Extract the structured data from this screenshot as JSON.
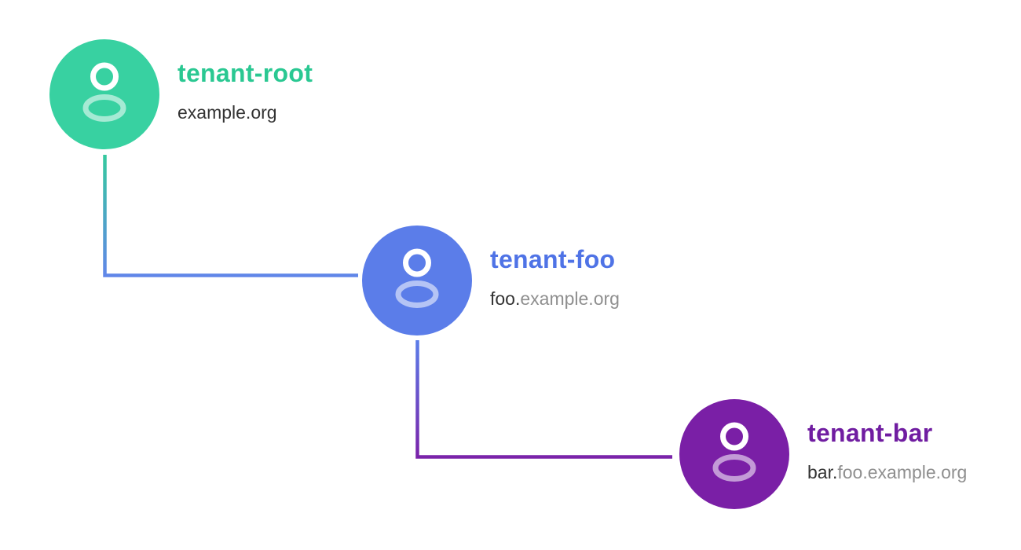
{
  "diagram": {
    "background": "#ffffff",
    "description": "tenant hierarchy tree with three tenants"
  },
  "nodes": [
    {
      "name": "tenant-root",
      "title": "tenant-root",
      "domain_primary": "example.org",
      "domain_secondary": "",
      "circle_color": "#38d1a1",
      "title_color": "#2ac892",
      "icon": "user-icon"
    },
    {
      "name": "tenant-foo",
      "title": "tenant-foo",
      "domain_primary": "foo.",
      "domain_secondary": "example.org",
      "circle_color": "#5b7de9",
      "title_color": "#4f73e6",
      "icon": "user-icon"
    },
    {
      "name": "tenant-bar",
      "title": "tenant-bar",
      "domain_primary": "bar.",
      "domain_secondary": "foo.example.org",
      "circle_color": "#7a1fa6",
      "title_color": "#701da1",
      "icon": "user-icon"
    }
  ],
  "connectors": [
    {
      "from": "tenant-root",
      "to": "tenant-foo",
      "start_color": "#35c99e",
      "end_color": "#6186e9"
    },
    {
      "from": "tenant-foo",
      "to": "tenant-bar",
      "start_color": "#5b7de9",
      "end_color": "#7a22a9"
    }
  ],
  "text_colors": {
    "domain_primary": "#333333",
    "domain_secondary": "#8f8f8f"
  }
}
